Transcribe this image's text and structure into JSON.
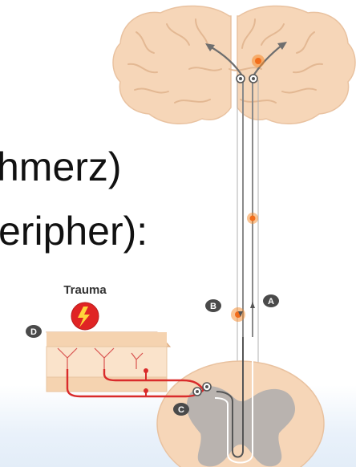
{
  "slide": {
    "text_line_1": "hmerz)",
    "text_line_2": "eripher):"
  },
  "diagram": {
    "trauma_label": "Trauma",
    "markers": {
      "a": "A",
      "b": "B",
      "c": "C",
      "d": "D"
    }
  },
  "colors": {
    "brain": "#f6d6b8",
    "spinal_cord": "#f6d6b8",
    "gray_matter": "#b9b3af",
    "nerve": "#d92b2b",
    "pain_highlight": "#f58a2a",
    "marker": "#4a4a4a",
    "tract": "#8a8a8a"
  }
}
